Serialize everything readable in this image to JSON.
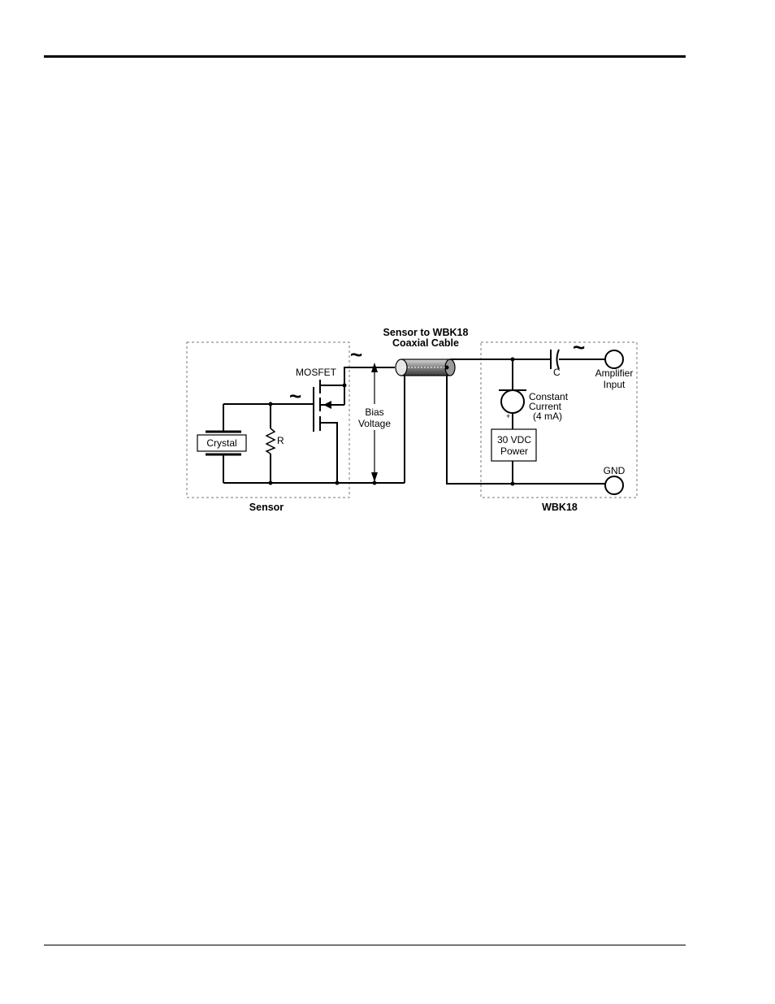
{
  "diagram": {
    "cable_label_line1": "Sensor to WBK18",
    "cable_label_line2": "Coaxial Cable",
    "mosfet_label": "MOSFET",
    "crystal_label": "Crystal",
    "resistor_label": "R",
    "bias_label_line1": "Bias",
    "bias_label_line2": "Voltage",
    "capacitor_label": "C",
    "amp_label_line1": "Amplifier",
    "amp_label_line2": "Input",
    "cc_label_line1": "Constant",
    "cc_label_line2": "Current",
    "cc_label_line3": "(4 mA)",
    "power_label_line1": "30 VDC",
    "power_label_line2": "Power",
    "gnd_label": "GND",
    "sensor_title": "Sensor",
    "wbk_title": "WBK18",
    "plus_sign": "+"
  }
}
